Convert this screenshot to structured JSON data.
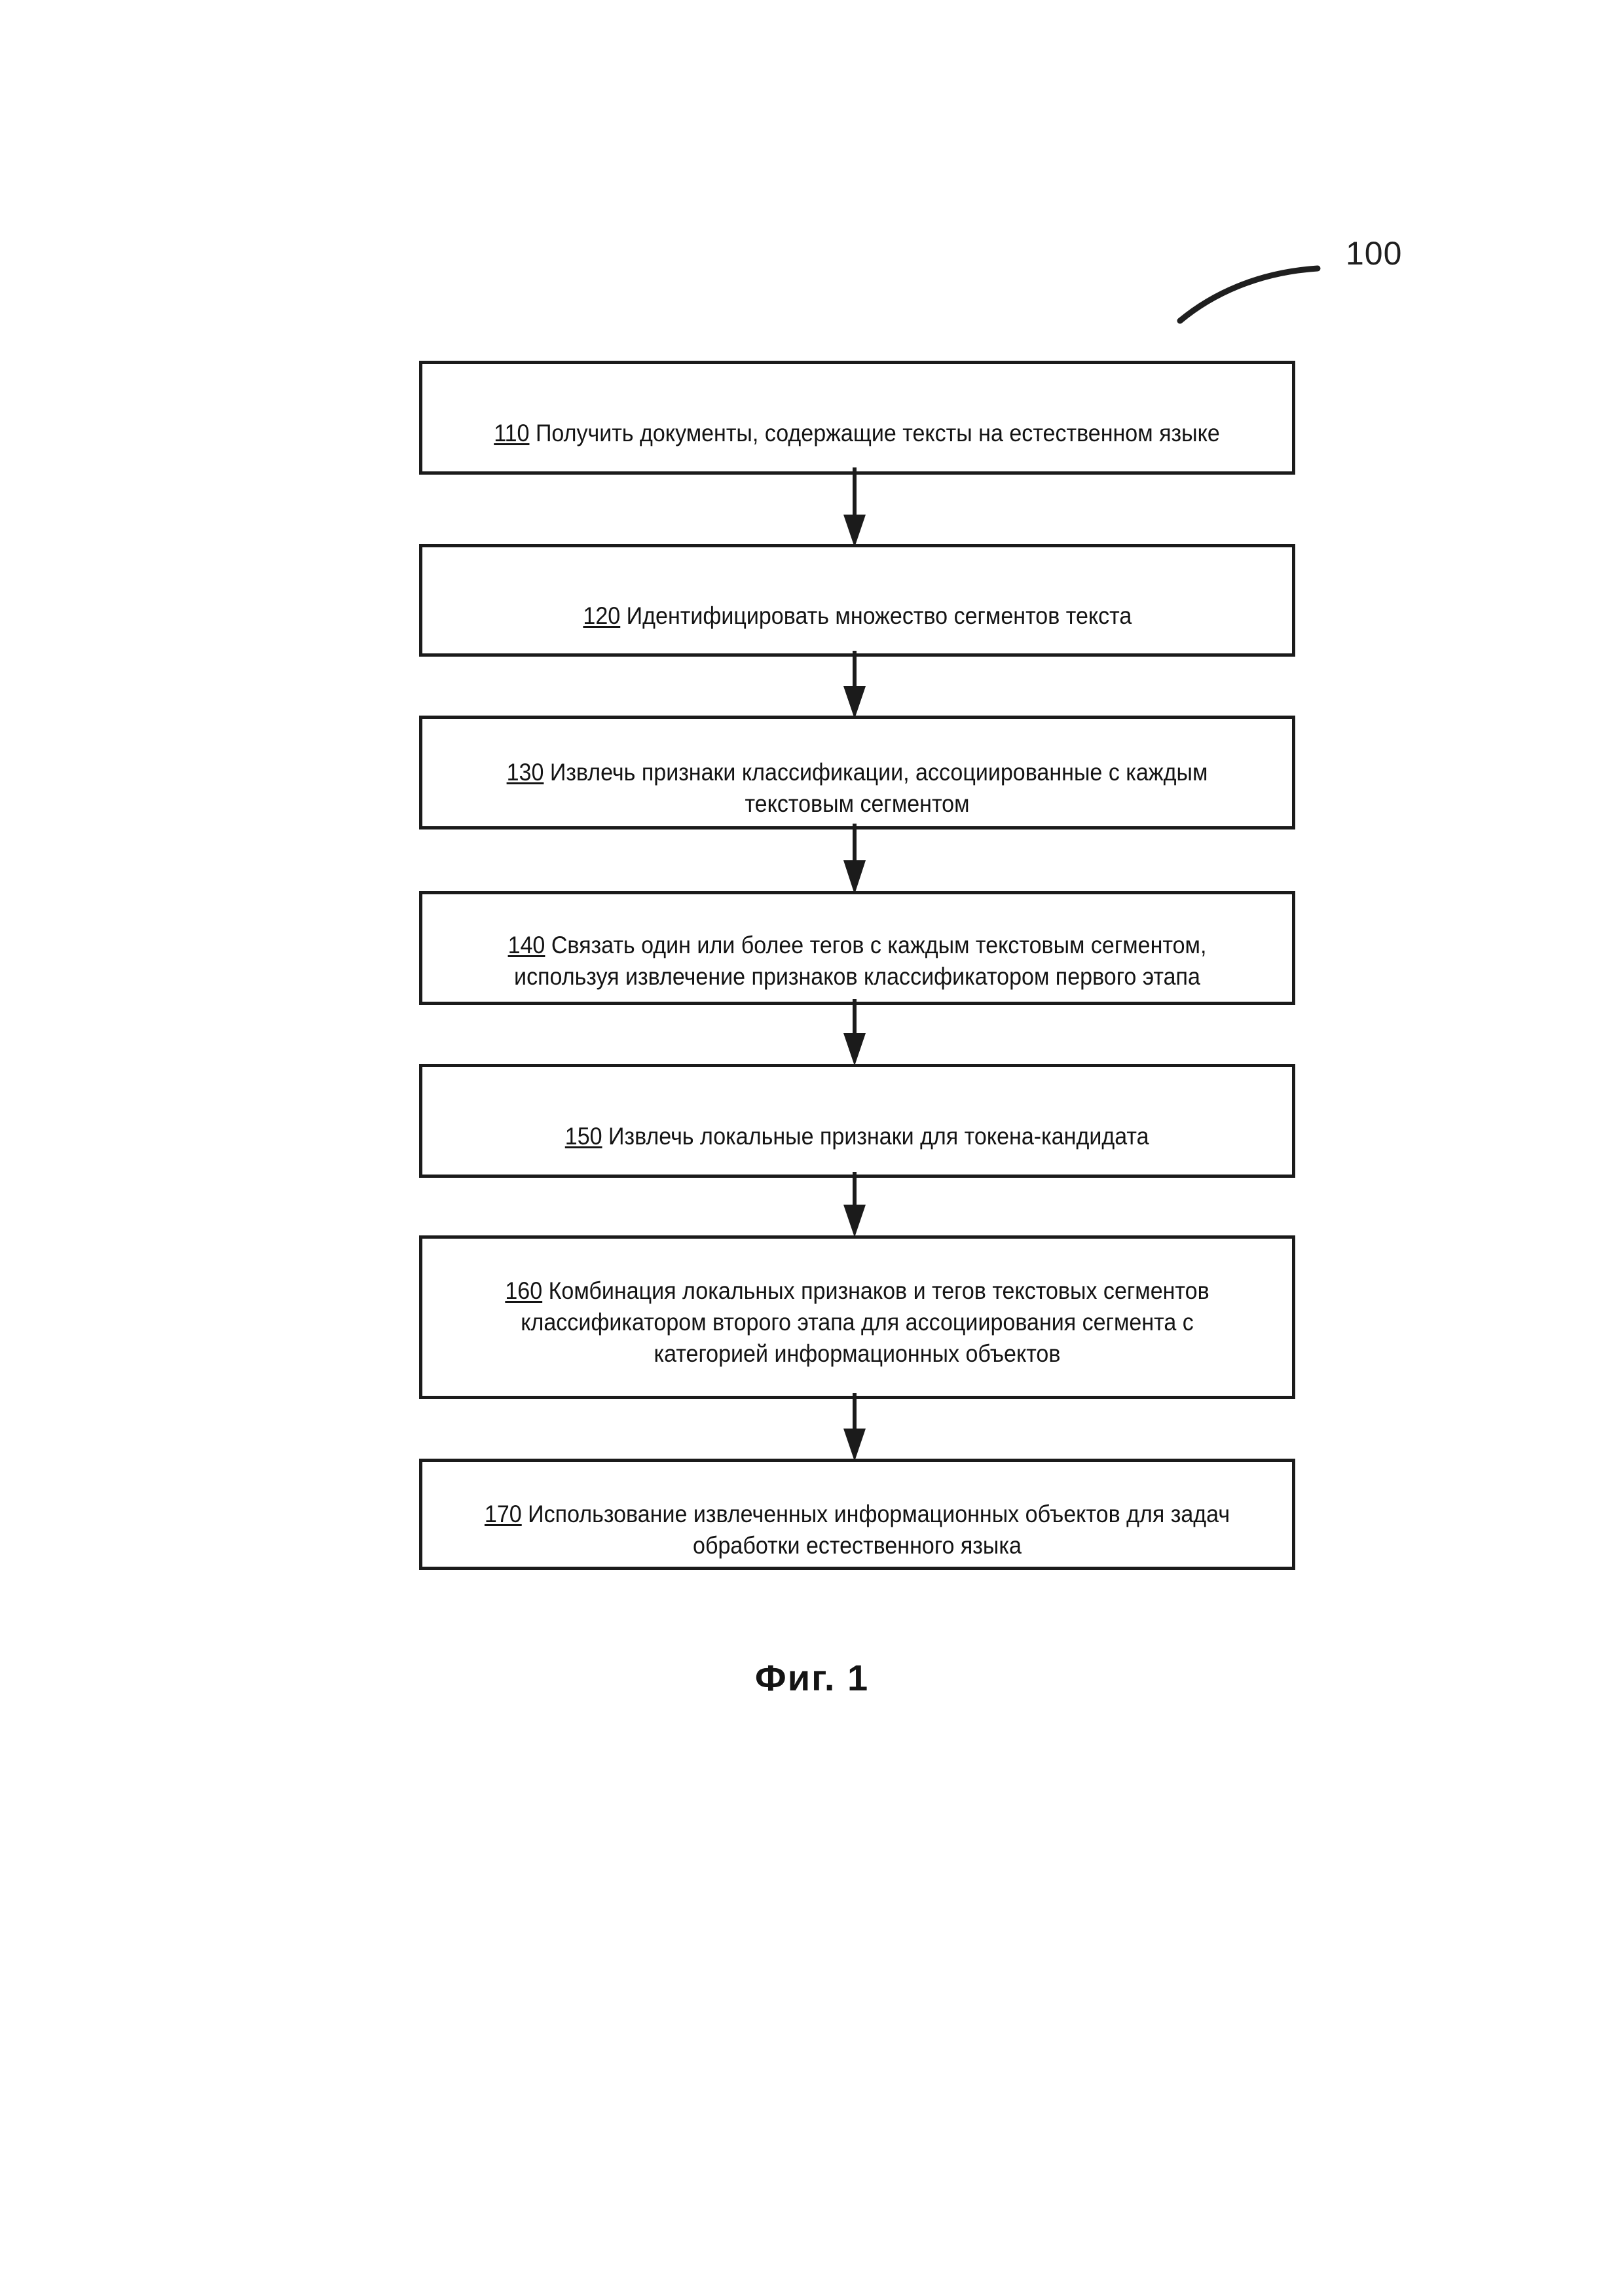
{
  "figure": {
    "reference_numeral": "100",
    "caption": "Фиг. 1"
  },
  "flowchart": {
    "type": "flowchart",
    "orientation": "vertical",
    "steps": [
      {
        "number": "110",
        "text": "Получить документы, содержащие тексты на естественном языке"
      },
      {
        "number": "120",
        "text": "Идентифицировать множество сегментов текста"
      },
      {
        "number": "130",
        "text": "Извлечь признаки классификации, ассоциированные с каждым текстовым сегментом"
      },
      {
        "number": "140",
        "text": "Связать один или более тегов с каждым текстовым сегментом, используя извлечение признаков классификатором первого этапа"
      },
      {
        "number": "150",
        "text": "Извлечь локальные признаки для токена-кандидата"
      },
      {
        "number": "160",
        "text": "Комбинация локальных признаков и тегов текстовых сегментов классификатором второго этапа для ассоциирования сегмента с категорией информационных объектов"
      },
      {
        "number": "170",
        "text": "Использование извлеченных информационных объектов для задач обработки естественного языка"
      }
    ],
    "connectors": [
      {
        "from": "110",
        "to": "120",
        "style": "arrow-down"
      },
      {
        "from": "120",
        "to": "130",
        "style": "arrow-down"
      },
      {
        "from": "130",
        "to": "140",
        "style": "arrow-down"
      },
      {
        "from": "140",
        "to": "150",
        "style": "arrow-down"
      },
      {
        "from": "150",
        "to": "160",
        "style": "arrow-down"
      },
      {
        "from": "160",
        "to": "170",
        "style": "arrow-down"
      }
    ],
    "colors": {
      "line": "#1b1b1b",
      "text": "#141414",
      "background": "#ffffff"
    }
  }
}
